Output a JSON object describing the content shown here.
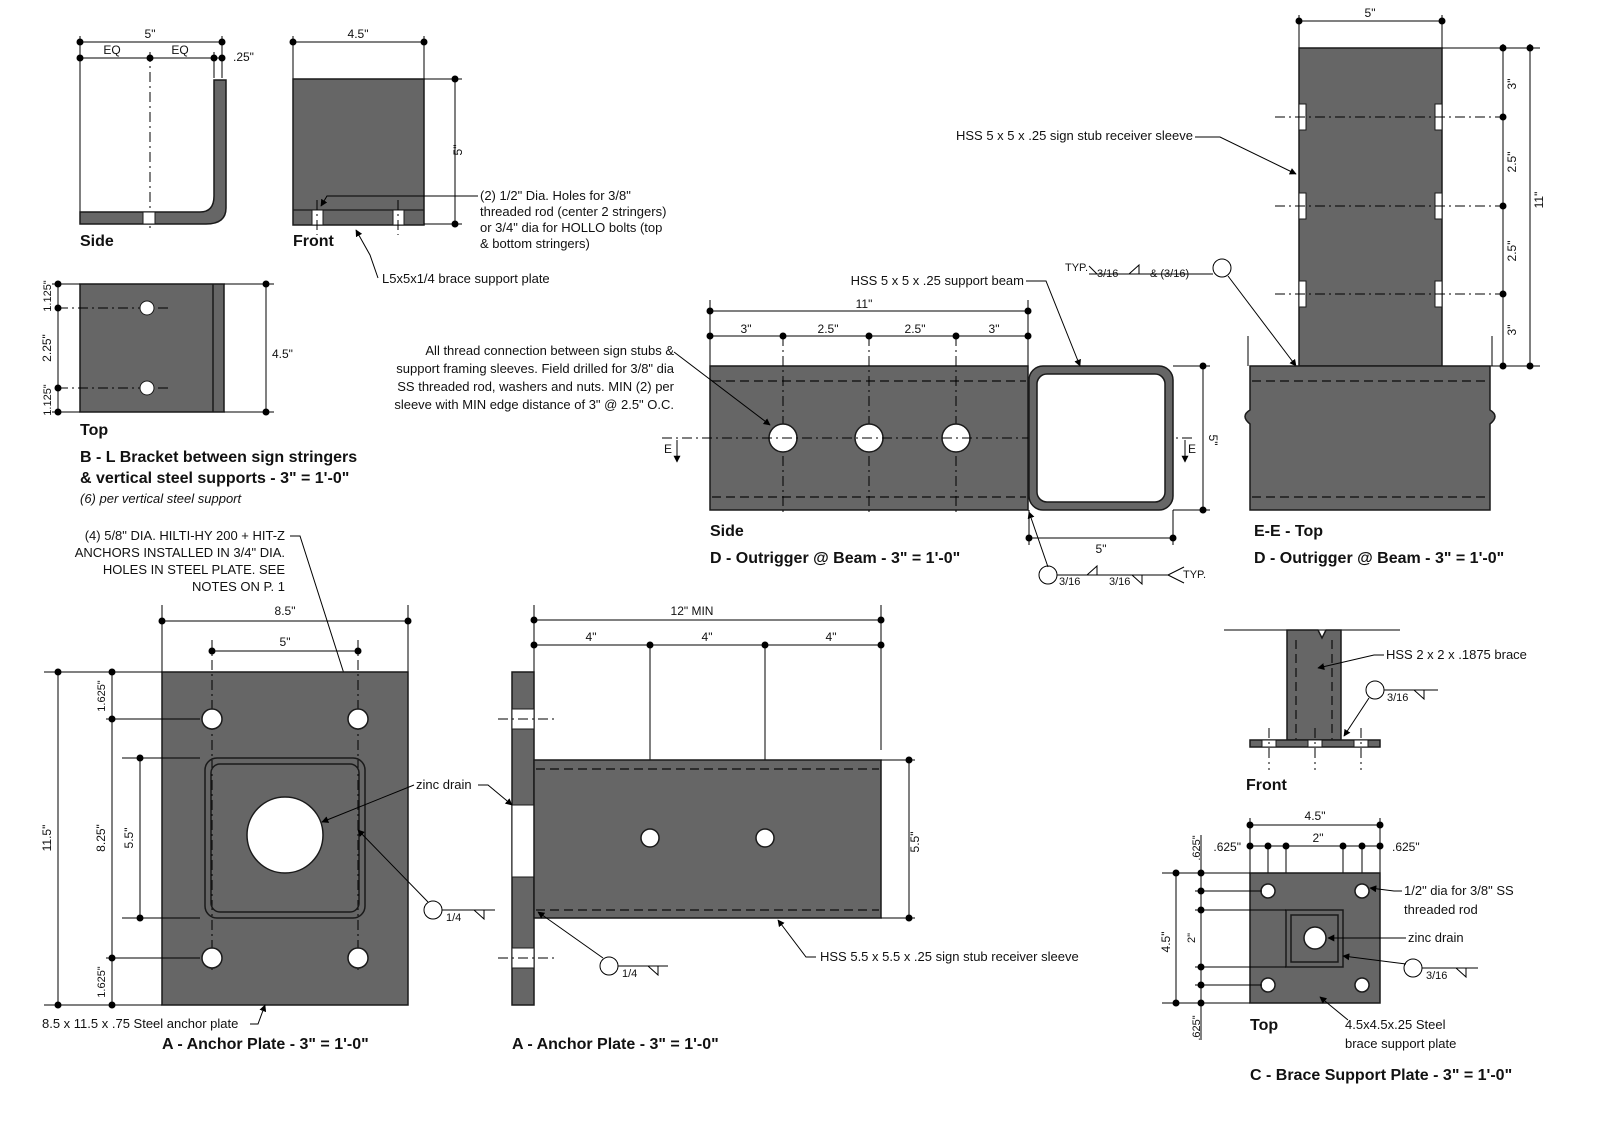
{
  "bracket": {
    "side": {
      "dim_width": "5\"",
      "eq_left": "EQ",
      "eq_right": "EQ",
      "dim_thick": ".25\"",
      "label": "Side"
    },
    "front": {
      "dim_width": "4.5\"",
      "dim_height": "5\"",
      "label": "Front"
    },
    "top": {
      "dim_top": "1.125\"",
      "dim_mid": "2.25\"",
      "dim_bot": "1.125\"",
      "dim_height": "4.5\"",
      "label": "Top"
    },
    "note_holes": [
      "(2) 1/2\" Dia. Holes for 3/8\"",
      "threaded rod (center 2 stringers)",
      "or 3/4\" dia for HOLLO bolts (top",
      "& bottom stringers)"
    ],
    "note_plate": "L5x5x1/4 brace support plate",
    "title_line1": "B - L Bracket between sign stringers",
    "title_line2": "& vertical steel supports - 3\" = 1'-0\"",
    "subtitle": "(6) per vertical steel support"
  },
  "outrigger": {
    "beam_label": "HSS 5 x 5 x .25 support beam",
    "note_thread": [
      "All thread connection between sign stubs &",
      "support framing sleeves.  Field drilled for 3/8\" dia",
      "SS threaded rod, washers and nuts. MIN (2) per",
      "sleeve with MIN edge distance of 3\" @ 2.5\" O.C."
    ],
    "dim_total": "11\"",
    "dim_a": "3\"",
    "dim_b": "2.5\"",
    "dim_c": "2.5\"",
    "dim_d": "3\"",
    "dim_height": "5\"",
    "dim_beam": "5\"",
    "section_mark": "E",
    "weld_typ": "TYP.",
    "weld_a": "3/16",
    "weld_b": "& (3/16)",
    "weld_c": "3/16",
    "weld_d": "3/16",
    "label_side": "Side",
    "title_side": "D - Outrigger @ Beam - 3\" = 1'-0\""
  },
  "section_ee": {
    "sleeve_label": "HSS 5 x 5 x .25 sign stub receiver sleeve",
    "dim_top": "5\"",
    "dim_a": "3\"",
    "dim_b": "2.5\"",
    "dim_c": "2.5\"",
    "dim_d": "3\"",
    "dim_total": "11\"",
    "label": "E-E - Top",
    "title": "D - Outrigger @ Beam - 3\" = 1'-0\""
  },
  "anchor": {
    "note": [
      "(4) 5/8\" DIA. HILTI-HY 200 + HIT-Z",
      "ANCHORS INSTALLED IN 3/4\" DIA.",
      "HOLES IN STEEL PLATE. SEE",
      "NOTES ON P. 1"
    ],
    "dim_width": "8.5\"",
    "dim_holes": "5\"",
    "dim_height": "11.5\"",
    "dim_top": "1.625\"",
    "dim_mid": "8.25\"",
    "dim_inner": "5.5\"",
    "dim_bot": "1.625\"",
    "drain": "zinc drain",
    "weld": "1/4",
    "plate_label": "8.5 x 11.5 x .75 Steel anchor plate",
    "title": "A - Anchor Plate - 3\" = 1'-0\""
  },
  "anchor_side": {
    "dim_total": "12\" MIN",
    "dim_a": "4\"",
    "dim_b": "4\"",
    "dim_c": "4\"",
    "dim_height": "5.5\"",
    "drain": "zinc drain",
    "weld": "1/4",
    "sleeve_label": "HSS 5.5 x 5.5 x .25 sign stub receiver sleeve",
    "title": "A - Anchor Plate - 3\" = 1'-0\""
  },
  "brace": {
    "brace_label": "HSS 2 x 2 x .1875 brace",
    "weld": "3/16",
    "front_label": "Front",
    "dim_width": "4.5\"",
    "dim_edge_l": ".625\"",
    "dim_mid": "2\"",
    "dim_edge_r": ".625\"",
    "dim_height": "4.5\"",
    "dim_v_top": ".625\"",
    "dim_v_mid": "2\"",
    "dim_v_bot": ".625\"",
    "rod_note": [
      "1/2\" dia for 3/8\" SS",
      "threaded rod"
    ],
    "drain": "zinc drain",
    "weld2": "3/16",
    "top_label": "Top",
    "plate_note": [
      "4.5x4.5x.25 Steel",
      "brace support plate"
    ],
    "title": "C - Brace Support Plate - 3\" = 1'-0\""
  },
  "colors": {
    "steel": "#666666",
    "line": "#000000",
    "background": "#ffffff"
  }
}
